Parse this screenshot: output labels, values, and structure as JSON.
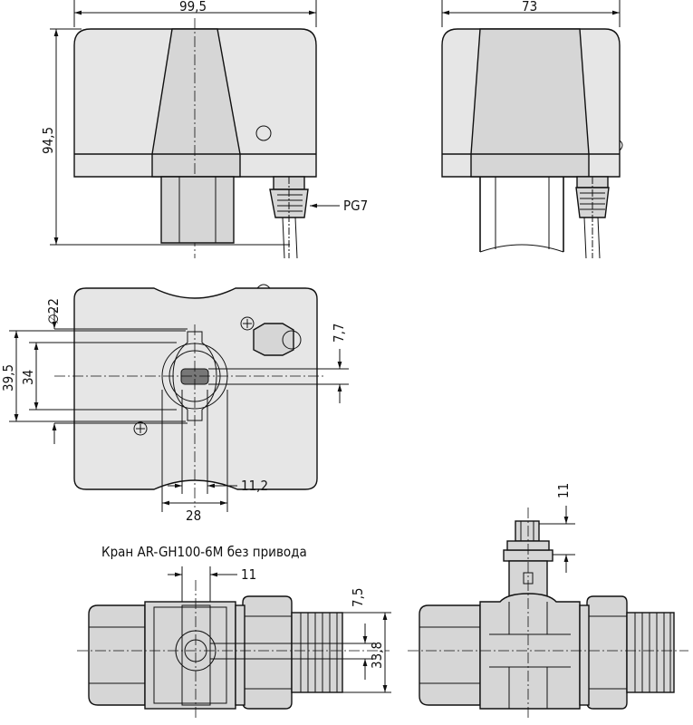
{
  "dimensions": {
    "width_front": "99,5",
    "width_side": "73",
    "height_front": "94,5",
    "cable_gland": "PG7",
    "hole_dia": "∅22",
    "offset_small": "7,7",
    "height_39": "39,5",
    "height_34": "34",
    "width_28": "28",
    "width_11_2": "11,2",
    "valve_stem_top": "11",
    "valve_stem_width": "11",
    "valve_offset": "7,5",
    "valve_height": "33,8"
  },
  "valve_caption": "Кран AR-GH100-6M без привода"
}
